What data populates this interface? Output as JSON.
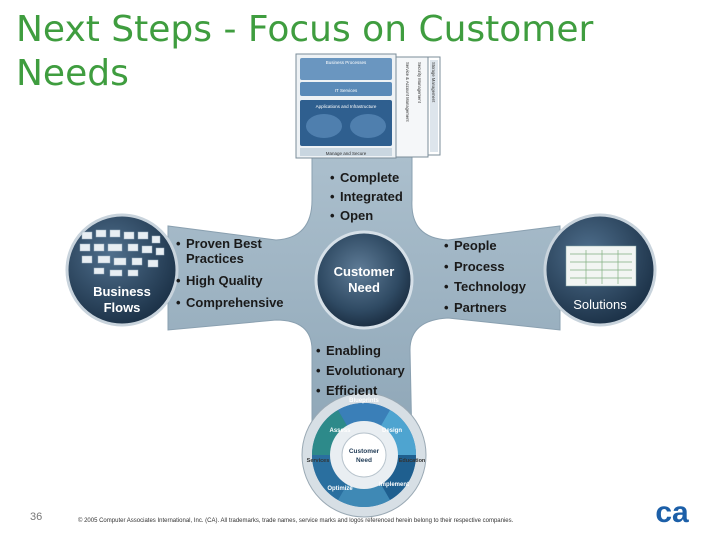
{
  "slide": {
    "title_line1": "Next Steps - Focus on Customer",
    "title_line2": "Needs",
    "page_number": "36",
    "footer": "© 2005 Computer Associates International, Inc. (CA). All trademarks, trade names, service marks and logos referenced herein belong to their respective companies.",
    "logo_text": "ca"
  },
  "hub": {
    "line1": "Customer",
    "line2": "Need"
  },
  "top_bullets": [
    "Complete",
    "Integrated",
    "Open"
  ],
  "left_bullets": [
    "Proven Best",
    "Practices",
    "High Quality",
    "Comprehensive"
  ],
  "right_bullets": [
    "People",
    "Process",
    "Technology",
    "Partners"
  ],
  "bottom_bullets": [
    "Enabling",
    "Evolutionary",
    "Efficient"
  ],
  "left_node": {
    "line1": "Business",
    "line2": "Flows"
  },
  "right_node": {
    "label": "Solutions"
  },
  "top_diagram": {
    "bar1": "Business Processes",
    "bar2": "IT Services",
    "bar3": "Applications and Infrastructure",
    "bar4": "Manage and Secure",
    "side_labels": [
      "Service & Account Management",
      "Security Management",
      "Storage Management"
    ]
  },
  "wheel": {
    "top": "Blueprints",
    "center1": "Customer",
    "center2": "Need",
    "segments": [
      "Assess",
      "Design",
      "Implement",
      "Optimize",
      "Services",
      "Education"
    ]
  },
  "colors": {
    "title": "#3f9d3f",
    "star": "#9fb5c4",
    "hub": "#2f4a63",
    "node": "#2a4660",
    "logo": "#1c5fa8"
  }
}
